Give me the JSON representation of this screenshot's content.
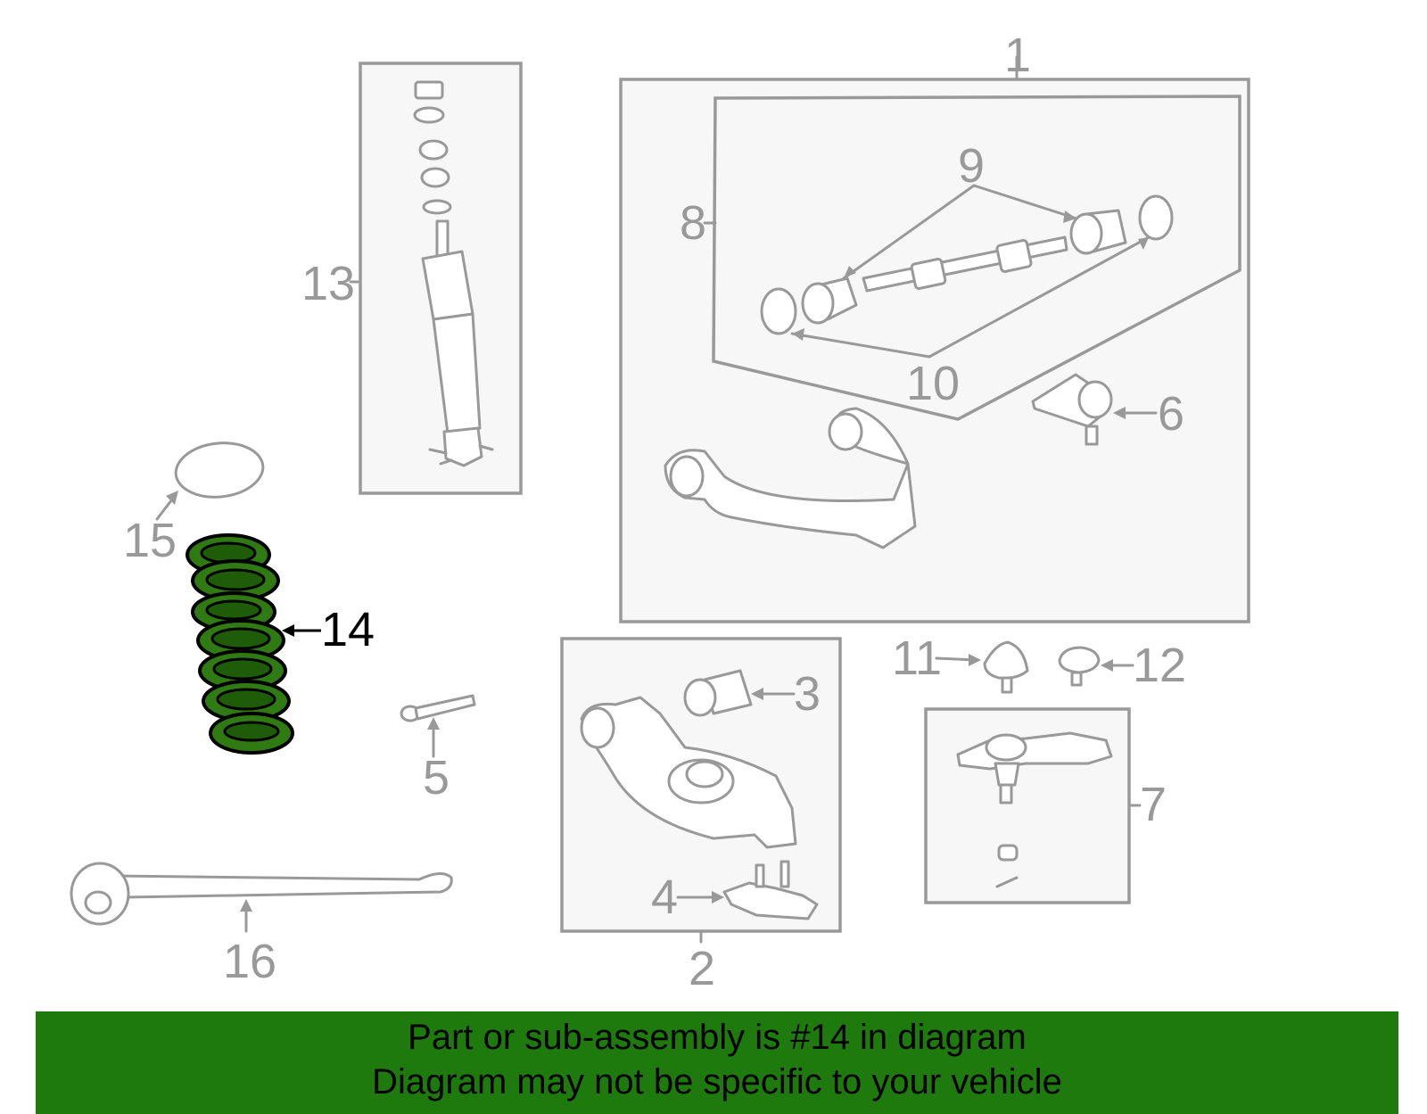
{
  "callouts": {
    "c1": "1",
    "c2": "2",
    "c3": "3",
    "c4": "4",
    "c5": "5",
    "c6": "6",
    "c7": "7",
    "c8": "8",
    "c9": "9",
    "c10": "10",
    "c11": "11",
    "c12": "12",
    "c13": "13",
    "c14": "14",
    "c15": "15",
    "c16": "16"
  },
  "highlight": {
    "part": "14",
    "color": "#2f7a12"
  },
  "banner": {
    "line1": "Part or sub-assembly is #14 in diagram",
    "line2": "Diagram may not be specific to your vehicle",
    "background": "#1f7a0d"
  }
}
